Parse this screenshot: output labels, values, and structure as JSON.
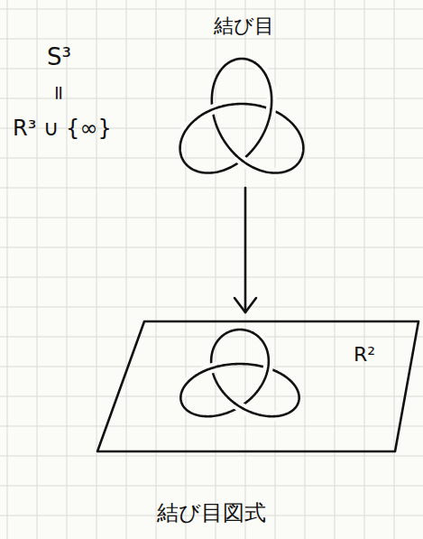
{
  "diagram": {
    "caption": "結び目図式",
    "nodes": [
      {
        "text": [
          "結び目"
        ]
      },
      {
        "text": [
          "R²"
        ]
      }
    ],
    "edges": [
      {
        "from": 0,
        "to": 1,
        "arrow": "to"
      }
    ],
    "labels": [
      "S³",
      "=",
      "R³ ∪ {∞}"
    ]
  }
}
